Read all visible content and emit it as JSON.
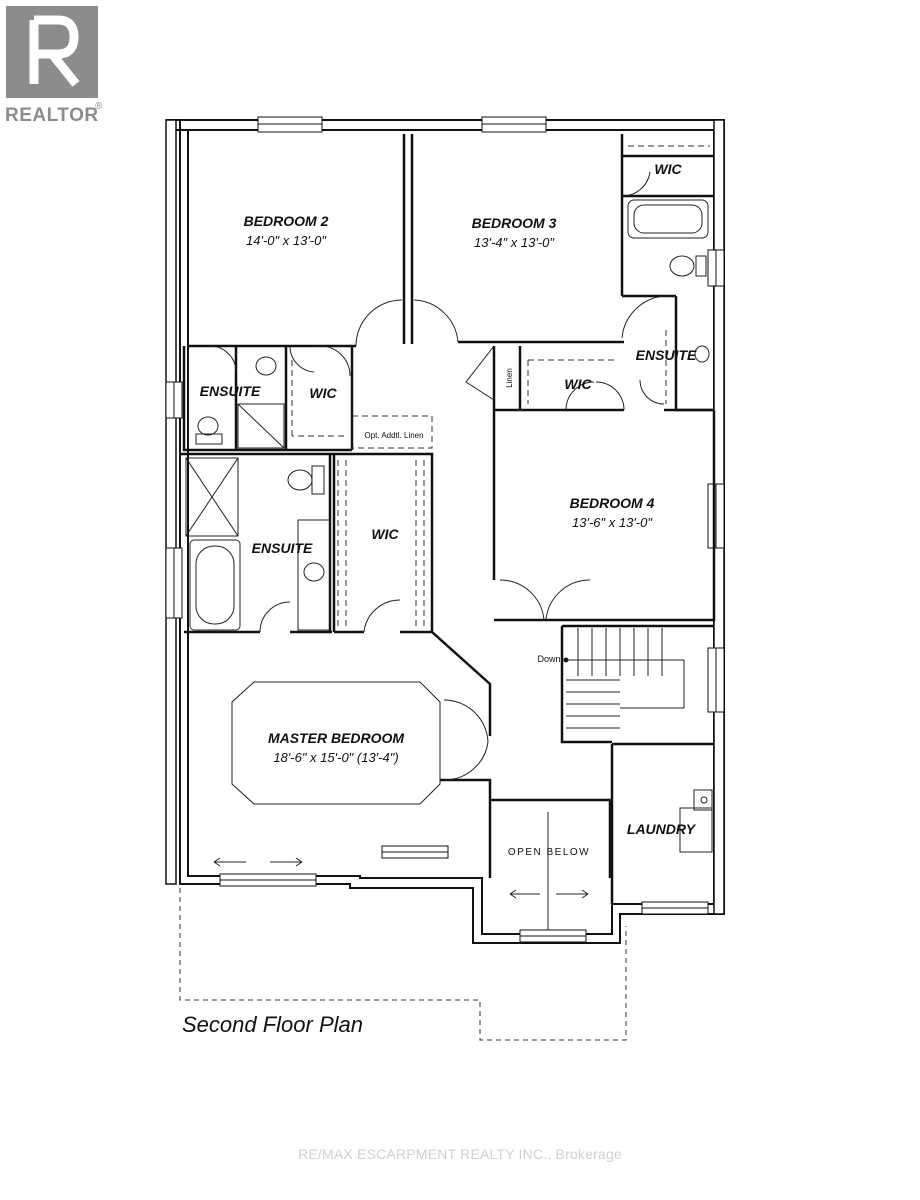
{
  "brand": {
    "logo_text": "REALTOR",
    "registered_mark": "®"
  },
  "plan": {
    "title": "Second Floor Plan",
    "rooms": {
      "bedroom2": {
        "name": "BEDROOM 2",
        "size": "14'-0\" x 13'-0\""
      },
      "bedroom3": {
        "name": "BEDROOM 3",
        "size": "13'-4\" x 13'-0\""
      },
      "bedroom4": {
        "name": "BEDROOM 4",
        "size": "13'-6\" x 13'-0\""
      },
      "master": {
        "name": "MASTER BEDROOM",
        "size": "18'-6\" x 15'-0\" (13'-4\")"
      },
      "wic_b3": "WIC",
      "ensuite_b3": "ENSUITE",
      "ensuite_b2": "ENSUITE",
      "wic_b2": "WIC",
      "wic_b4": "WIC",
      "linen": "Linen",
      "opt_linen": "Opt. Addtl. Linen",
      "ensuite_master": "ENSUITE",
      "wic_master": "WIC",
      "stairs_down": "Down",
      "laundry": "LAUNDRY",
      "open_below": "OPEN BELOW"
    }
  },
  "footer": {
    "brokerage": "RE/MAX ESCARPMENT REALTY INC., Brokerage"
  }
}
